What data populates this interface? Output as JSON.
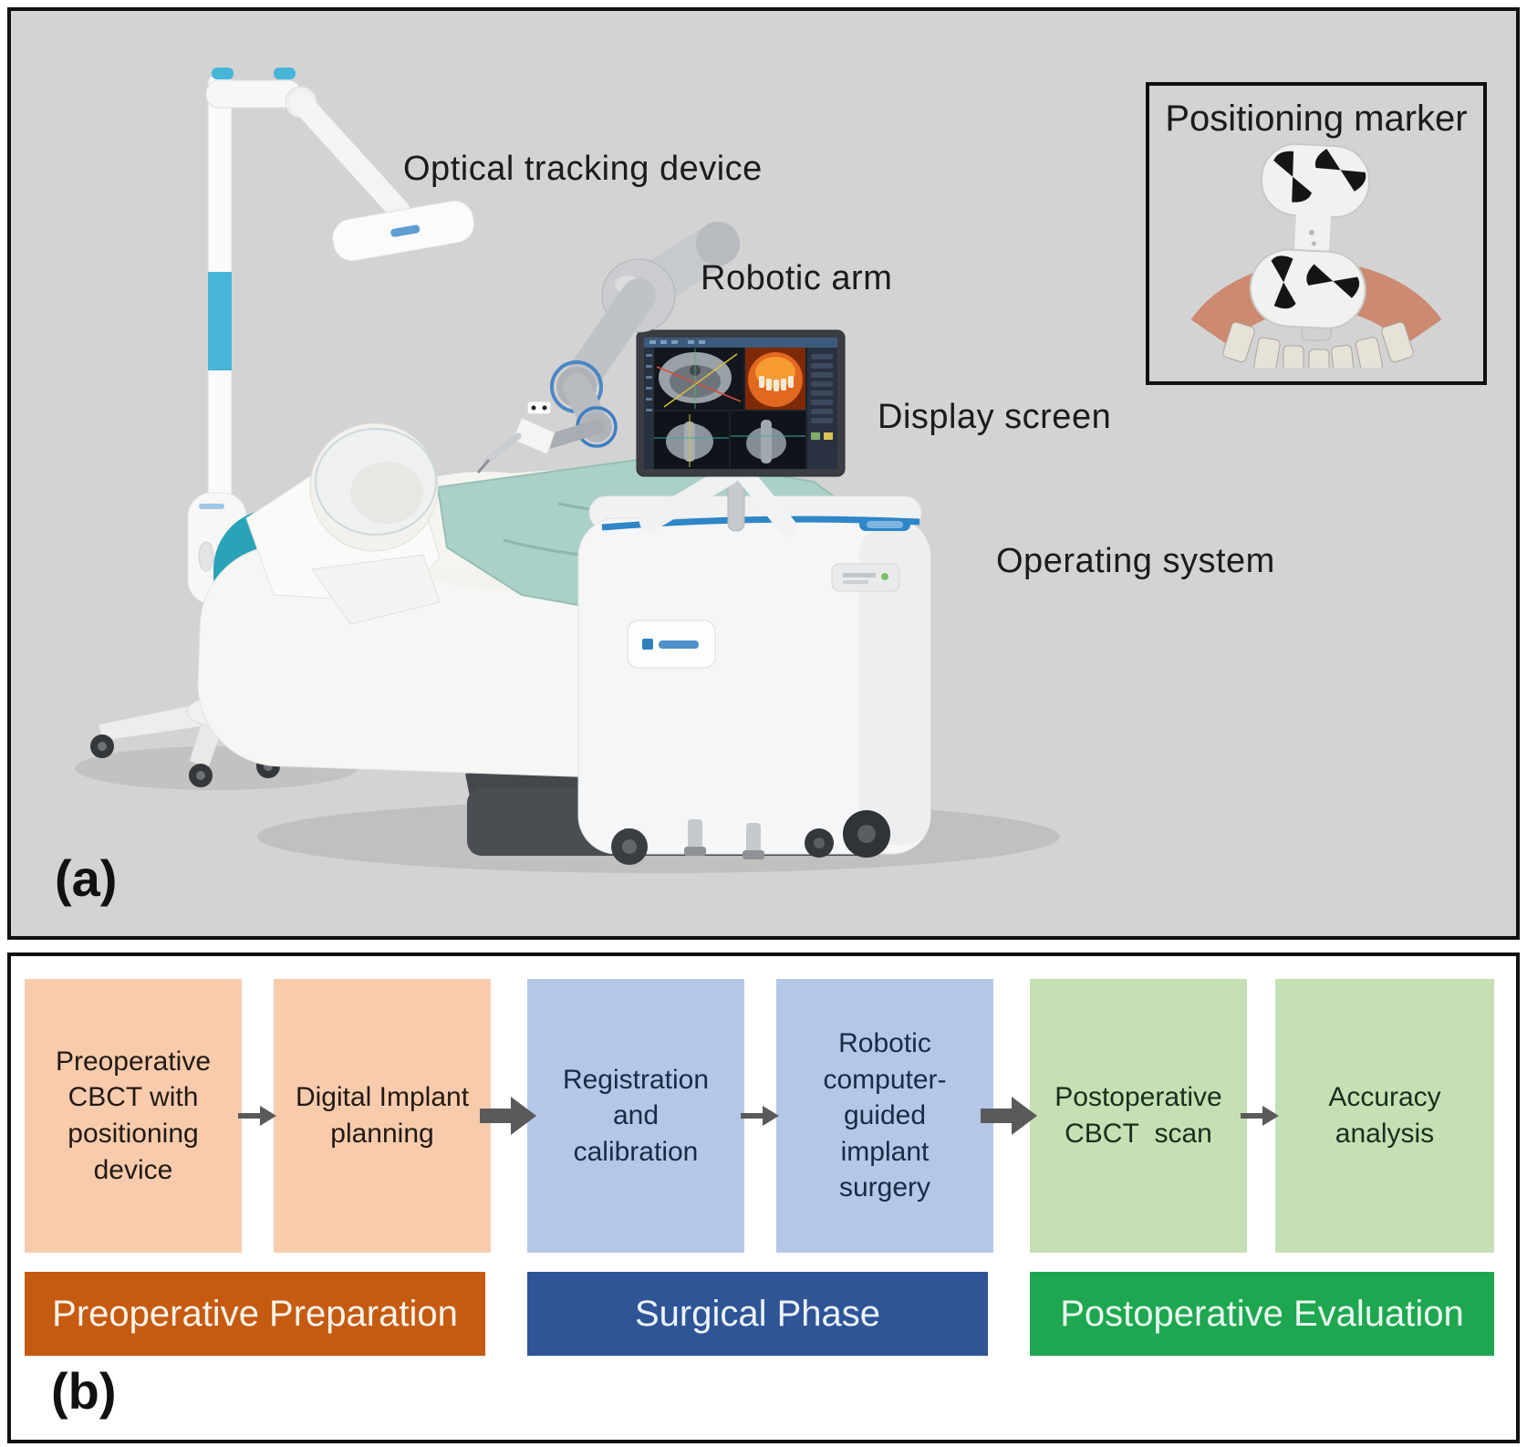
{
  "colors": {
    "panel_a_background": "#d3d3d3",
    "frame_border": "#111111",
    "device_accent_blue": "#47b5d8",
    "chair_teal": "#2aa3b8",
    "drape_teal": "#abd0c7",
    "robot_gray": "#c6c9cd",
    "screen_render_orange": "#e2671f",
    "cart_trim_blue": "#2f86c8",
    "arrow": "#5a5a5a",
    "step_orange": "#f8cbad",
    "step_blue": "#b4c7e7",
    "step_green": "#c5e0b4",
    "phase_orange": "#c55a11",
    "phase_blue": "#2f5597",
    "phase_green": "#1ea750"
  },
  "panel_a": {
    "tag": "(a)",
    "labels": {
      "optical_tracking": "Optical tracking device",
      "robotic_arm": "Robotic arm",
      "display_screen": "Display screen",
      "operating_system": "Operating system"
    },
    "inset_title": "Positioning marker"
  },
  "panel_b": {
    "tag": "(b)",
    "steps": [
      {
        "label": "Preoperative\nCBCT with\npositioning\ndevice",
        "fill": "#f8cbad",
        "text_color": "#221a12"
      },
      {
        "label": "Digital Implant\nplanning",
        "fill": "#f8cbad",
        "text_color": "#221a12"
      },
      {
        "label": "Registration\nand\ncalibration",
        "fill": "#b4c7e7",
        "text_color": "#1b2a45"
      },
      {
        "label": "Robotic\ncomputer-\nguided\nimplant\nsurgery",
        "fill": "#b4c7e7",
        "text_color": "#1b2a45"
      },
      {
        "label": "Postoperative\nCBCT  scan",
        "fill": "#c5e0b4",
        "text_color": "#16301c"
      },
      {
        "label": "Accuracy\nanalysis",
        "fill": "#c5e0b4",
        "text_color": "#16301c"
      }
    ],
    "phases": [
      {
        "label": "Preoperative Preparation",
        "fill": "#c55a11",
        "text_color": "#fdf4ea"
      },
      {
        "label": "Surgical Phase",
        "fill": "#2f5597",
        "text_color": "#eef4fc"
      },
      {
        "label": "Postoperative Evaluation",
        "fill": "#1ea750",
        "text_color": "#eafaf0"
      }
    ]
  }
}
